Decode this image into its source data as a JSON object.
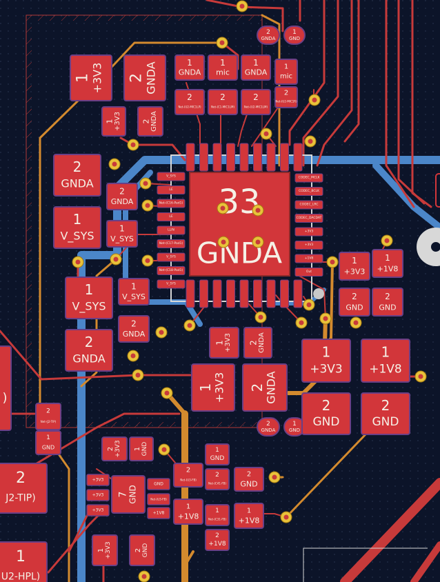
{
  "colors": {
    "background": "#0c1429",
    "copper_front": "#c73a3a",
    "copper_back": "#4b86c9",
    "copper_inner": "#d38a2e",
    "pad": "#d2363a",
    "pad_outline": "#6a3f86",
    "via": "#e8c23a",
    "silkscreen": "#d8d8d8",
    "text": "#f5f0e6"
  },
  "ic": {
    "pin_number": "33",
    "net": "GNDA",
    "left_pins": [
      "V_SYS",
      "LE",
      "Net-(C16-Pad1)",
      "LE",
      "LLIN",
      "Net-(C17-Pad1)",
      "V_SYS",
      "Net-(C18-Pad1)",
      "V_SYS"
    ],
    "right_pins": [
      "CODEC_MCLK",
      "CODEC_BCLK",
      "CODEC_LRC",
      "CODEC_DACDAT",
      "+3V3",
      "+3V3",
      "+1V8",
      "Out"
    ]
  },
  "pads": {
    "p_3v3_a_1": "1",
    "p_3v3_a_1n": "+3V3",
    "p_3v3_a_2": "2",
    "p_3v3_a_2n": "GNDA",
    "p_3v3_b_1": "1",
    "p_3v3_b_1n": "+3V3",
    "p_3v3_b_2": "2",
    "p_3v3_b_2n": "GNDA",
    "p_gnda_1": "1",
    "p_gnda_1n": "GNDA",
    "p_mic_1": "1",
    "p_mic_1n": "mic",
    "p_gnda_2": "1",
    "p_gnda_2n": "GNDA",
    "p_mic_2": "1",
    "p_mic_2n": "mic",
    "p_mic_3": "2",
    "p_mic_3n": "Net-(U2-MIC1R)",
    "p_r1_2": "2",
    "p_r1_2n": "Net-(U2-MIC1LP)",
    "p_r2_2": "2",
    "p_r2_2n": "Net-(C1-MIC1LM)",
    "p_r3_2": "2",
    "p_r3_2n": "Net-(U2-MIC1LM)",
    "p_top_right_2": "2",
    "p_top_right_2n": "GNDA",
    "p_top_right_1": "1",
    "p_top_right_1n": "GND",
    "p_vsys_a_2": "2",
    "p_vsys_a_2n": "GNDA",
    "p_vsys_a_1": "1",
    "p_vsys_a_1n": "V_SYS",
    "p_vsys_b_2": "2",
    "p_vsys_b_2n": "GNDA",
    "p_vsys_b_1": "1",
    "p_vsys_b_1n": "V_SYS",
    "p_vsys_c_1": "1",
    "p_vsys_c_1n": "V_SYS",
    "p_vsys_c_2": "2",
    "p_vsys_c_2n": "GNDA",
    "p_vsys_d_1": "1",
    "p_vsys_d_1n": "V_SYS",
    "p_vsys_d_2": "2",
    "p_vsys_d_2n": "GNDA",
    "p_c33_1": "1",
    "p_c33_1n": "+3V3",
    "p_c33_2": "2",
    "p_c33_2n": "GNDA",
    "p_big3v3_1": "1",
    "p_big3v3_1n": "+3V3",
    "p_big3v3_2": "2",
    "p_big3v3_2n": "GNDA",
    "p_mid_2": "2",
    "p_mid_2n": "GNDA",
    "p_mid_1": "1",
    "p_mid_1n": "GND",
    "p_r3v3_1": "1",
    "p_r3v3_1n": "+3V3",
    "p_r3v3_2": "2",
    "p_r3v3_2n": "GND",
    "p_r1v8_1": "1",
    "p_r1v8_1n": "+1V8",
    "p_r1v8_2": "2",
    "p_r1v8_2n": "GND",
    "p_b3v3_1": "1",
    "p_b3v3_1n": "+3V3",
    "p_b3v3_2": "2",
    "p_b3v3_2n": "GND",
    "p_b1v8_1": "1",
    "p_b1v8_1n": "+1V8",
    "p_b1v8_2": "2",
    "p_b1v8_2n": "GND",
    "p_left_2": "2",
    "p_left_2n": "Net-(J2-TIP)",
    "p_left_1": "1",
    "p_left_1n": "GND",
    "p_j2tip_2": "2",
    "p_j2tip_2n": "J2-TIP)",
    "p_j2hpl_1": "1",
    "p_j2hpl_1n": "U2-HPL)",
    "p_bot3v3_2": "2",
    "p_bot3v3_2n": "+3V3",
    "p_bot3v3_1": "1",
    "p_bot3v3_1n": "GND",
    "p_reg_7": "7",
    "p_reg_7n": "GND",
    "p_reg_l1": "+3V3",
    "p_reg_l2": "+3V3",
    "p_reg_l3": "+3V3",
    "p_reg_r1": "GND",
    "p_reg_r2": "Net-(U3-FB)",
    "p_reg_r3": "+1V8",
    "p_bot1v8_2": "2",
    "p_bot1v8_2n": "Net-(U3-FB)",
    "p_bot1v8_1": "1",
    "p_bot1v8_1n": "+1V8",
    "p_fb_1": "1",
    "p_fb_1n": "GND",
    "p_fb_2": "2",
    "p_fb_2n": "Net-(C41-FB)",
    "p_fb_3": "1",
    "p_fb_3n": "Net-(C31-FB)",
    "p_fb_4": "2",
    "p_fb_4n": "+1V8",
    "p_gnd_r_2": "2",
    "p_gnd_r_2n": "GND",
    "p_gnd_r_1": "1",
    "p_gnd_r_1n": "+1V8",
    "p_bot_l_1": "1",
    "p_bot_l_1n": "+3V3",
    "p_bot_l_2": "2",
    "p_bot_l_2n": "GND",
    "p_left_edge": ")"
  }
}
